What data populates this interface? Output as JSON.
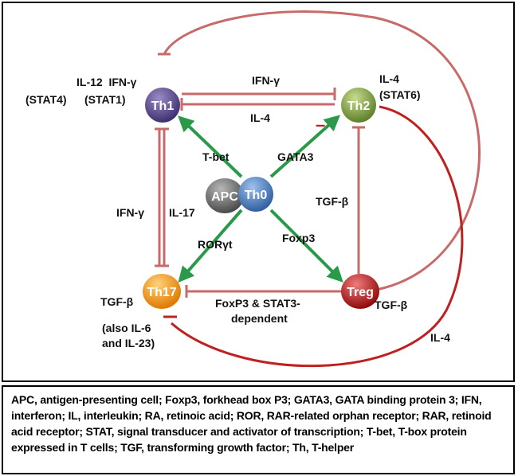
{
  "nodes": {
    "th1": "Th1",
    "th2": "Th2",
    "th0": "Th0",
    "apc": "APC",
    "th17": "Th17",
    "treg": "Treg"
  },
  "labels": {
    "th1_cytokines": "IL-12  IFN-γ",
    "th1_stat4": "(STAT4)",
    "th1_stat1": "(STAT1)",
    "th2_cytokine": "IL-4",
    "th2_stat6": "(STAT6)",
    "ifng_top": "IFN-γ",
    "il4_mid": "IL-4",
    "minus": "–",
    "tbet": "T-bet",
    "gata3": "GATA3",
    "tgfb_right": "TGF-β",
    "ifng_left": "IFN-γ",
    "il17": "IL-17",
    "roryt": "RORγt",
    "foxp3": "Foxp3",
    "th17_tgfb": "TGF-β",
    "th17_also1": "(also IL-6",
    "th17_also2": "and IL-23)",
    "foxp3_stat3_1": "FoxP3 & STAT3-",
    "foxp3_stat3_2": "dependent",
    "treg_tgfb": "TGF-β",
    "il4_bottom": "IL-4"
  },
  "legend": "APC, antigen-presenting cell; Foxp3, forkhead box P3; GATA3, GATA binding protein 3; IFN, interferon; IL, interleukin; RA, retinoic acid; ROR, RAR-related orphan receptor; RAR, retinoid acid receptor; STAT, signal transducer and activator of transcription; T-bet, T-box protein expressed in T cells; TGF, transforming growth factor; Th, T-helper",
  "colors": {
    "th1": "#5a4a8a",
    "th2": "#8aaa4a",
    "th0": "#4a7ec0",
    "apc": "#707070",
    "th17": "#f59a1a",
    "treg": "#c01a1a",
    "inhibit_light": "#c96a6a",
    "inhibit_dark": "#c02020",
    "activate": "#2a9a4a"
  }
}
